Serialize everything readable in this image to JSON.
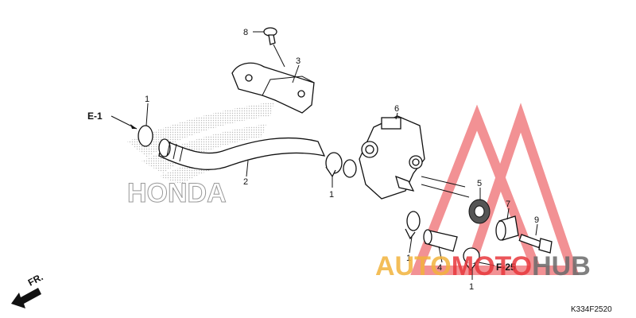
{
  "diagram": {
    "part_numbers": [
      "8",
      "3",
      "1",
      "6",
      "2",
      "1",
      "5",
      "7",
      "9",
      "1",
      "4",
      "1"
    ],
    "references": {
      "left": "E-1",
      "right": "F-25"
    },
    "direction_label": "FR.",
    "brand_watermark": "HONDA",
    "code": "K334F2520"
  },
  "watermark": {
    "part1": "AUTO",
    "part2": "MOTO",
    "part3": "HUB",
    "colors": {
      "orange": "#f2b33d",
      "red": "#e8383d",
      "gray": "#6b6b6b"
    }
  }
}
